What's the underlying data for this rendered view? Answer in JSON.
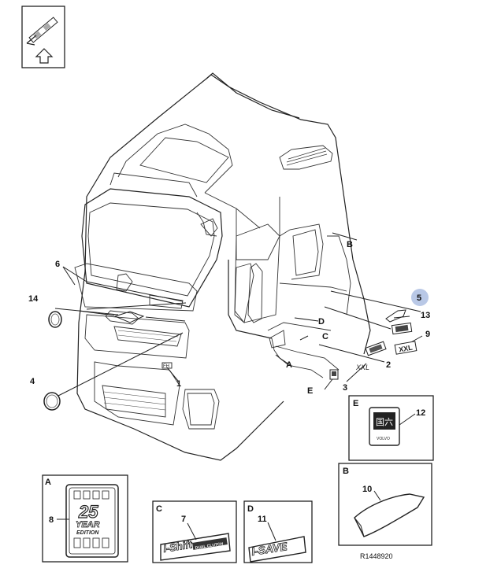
{
  "callouts": {
    "c1": "1",
    "c2": "2",
    "c3": "3",
    "c4": "4",
    "c5": "5",
    "c6": "6",
    "c7": "7",
    "c8": "8",
    "c9": "9",
    "c10": "10",
    "c11": "11",
    "c12": "12",
    "c13": "13",
    "c14": "14"
  },
  "zones": {
    "a": "A",
    "b": "B",
    "c": "C",
    "d": "D",
    "e": "E"
  },
  "badges": {
    "year_number": "25",
    "year_word": "YEAR",
    "edition_word": "EDITION",
    "ishift_main": "I-Shift",
    "ishift_sub": "DUAL CLUTCH",
    "isave": "I-SAVE",
    "emission_chars": "国六",
    "emission_brand": "VOLVO"
  },
  "figure_id": "R1448920",
  "highlight_color": "#b9c8e6"
}
